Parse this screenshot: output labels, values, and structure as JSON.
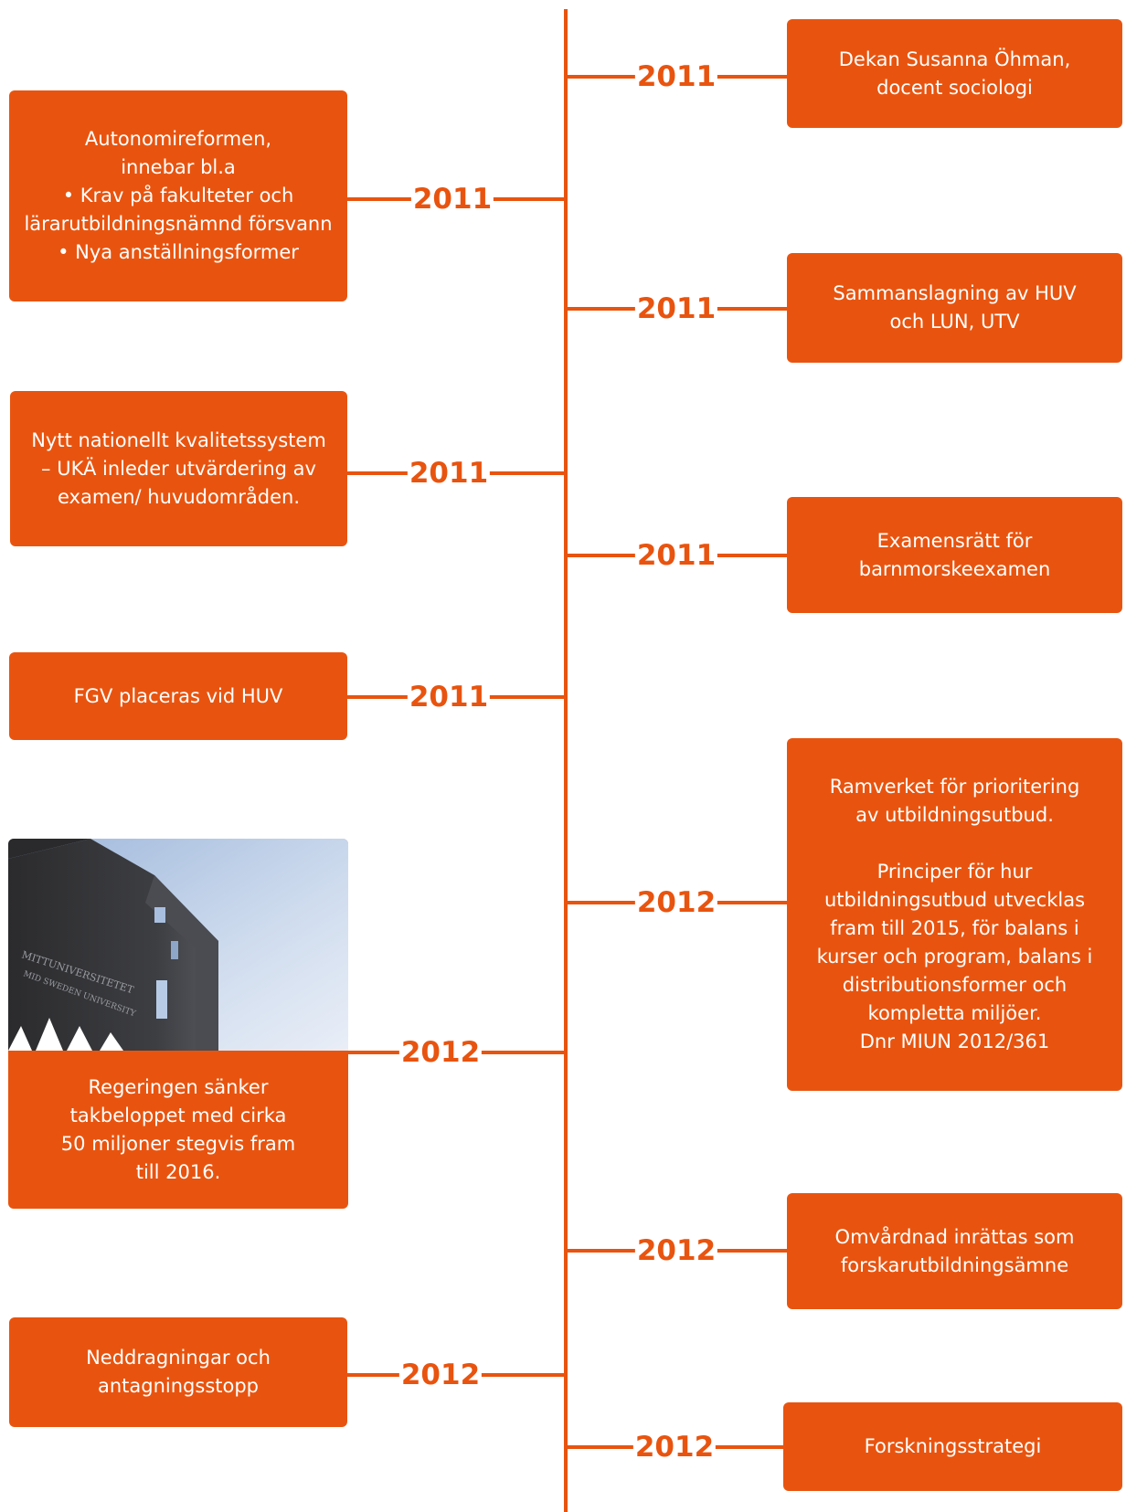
{
  "colors": {
    "accent": "#e8540f",
    "text_on_accent": "#ffffff",
    "background": "#ffffff"
  },
  "right": [
    {
      "year": "2011",
      "lines": [
        "Dekan Susanna Öhman,",
        "docent sociologi"
      ]
    },
    {
      "year": "2011",
      "lines": [
        "Sammanslagning av HUV",
        "och LUN, UTV"
      ]
    },
    {
      "year": "2011",
      "lines": [
        "Examensrätt för",
        "barnmorskeexamen"
      ]
    },
    {
      "year": "2012",
      "lines": [
        "Ramverket för prioritering",
        "av utbildningsutbud.",
        "",
        "Principer för hur",
        "utbildningsutbud utvecklas",
        "fram till 2015, för balans i",
        "kurser och program, balans i",
        "distributionsformer och",
        "kompletta miljöer.",
        "Dnr MIUN 2012/361"
      ]
    },
    {
      "year": "2012",
      "lines": [
        "Omvårdnad inrättas som",
        "forskarutbildningsämne"
      ]
    },
    {
      "year": "2012",
      "lines": [
        "Forskningsstrategi"
      ]
    }
  ],
  "left": [
    {
      "year": "2011",
      "lines": [
        "Autonomireformen,",
        "innebar bl.a",
        "• Krav på fakulteter och",
        "lärarutbildningsnämnd försvann",
        "• Nya anställningsformer"
      ]
    },
    {
      "year": "2011",
      "lines": [
        "Nytt nationellt kvalitetssystem",
        "– UKÄ inleder utvärdering av",
        "examen/ huvudområden."
      ]
    },
    {
      "year": "2011",
      "lines": [
        "FGV placeras vid HUV"
      ]
    },
    {
      "year": "2012",
      "lines": [
        "Regeringen sänker",
        "takbeloppet med cirka",
        "50 miljoner stegvis fram",
        "till 2016."
      ]
    },
    {
      "year": "2012",
      "lines": [
        "Neddragningar och",
        "antagningsstopp"
      ]
    }
  ],
  "photo": {
    "sign_text": [
      "MITTUNIVERSITETET",
      "MID SWEDEN UNIVERSITY"
    ]
  }
}
